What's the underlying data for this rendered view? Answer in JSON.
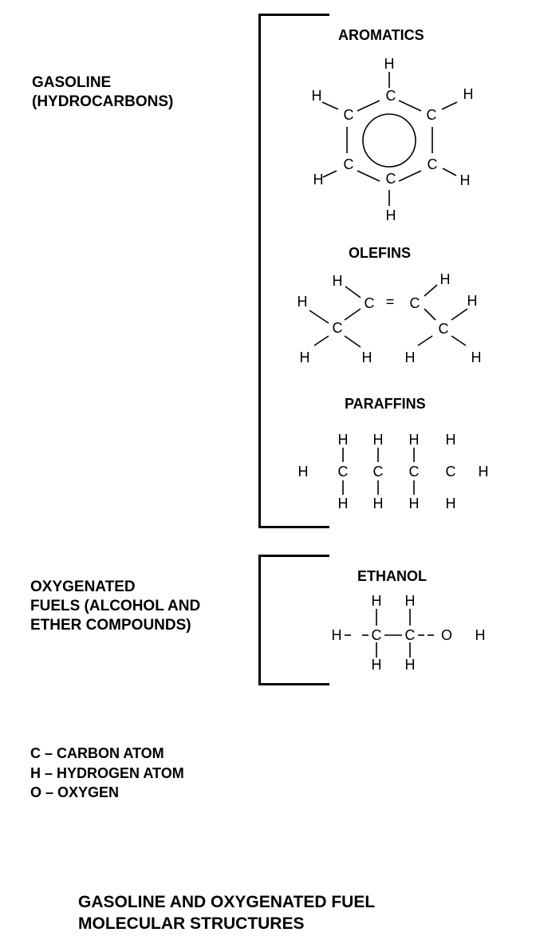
{
  "groups": {
    "gasoline": [
      "GASOLINE",
      "(HYDROCARBONS)"
    ],
    "oxygenated": [
      "OXYGENATED",
      "FUELS (ALCOHOL AND",
      "ETHER COMPOUNDS)"
    ]
  },
  "molecules": {
    "aromatics": "AROMATICS",
    "olefins": "OLEFINS",
    "paraffins": "PARAFFINS",
    "ethanol": "ETHANOL"
  },
  "atoms": {
    "carbon": "C",
    "hydrogen": "H",
    "oxygen": "O"
  },
  "olefins_double_bond": "=",
  "legend": [
    "C – CARBON ATOM",
    "H – HYDROGEN ATOM",
    "O – OXYGEN"
  ],
  "title": [
    "GASOLINE AND OXYGENATED FUEL",
    "MOLECULAR STRUCTURES"
  ]
}
